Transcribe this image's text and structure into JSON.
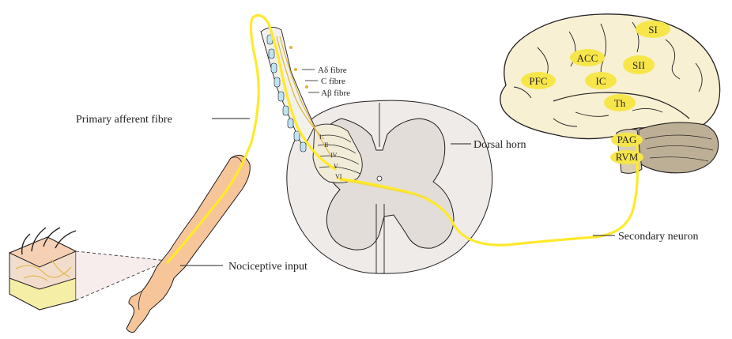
{
  "labels": {
    "primary_afferent": "Primary afferent fibre",
    "nociceptive_input": "Nociceptive input",
    "dorsal_horn": "Dorsal horn",
    "secondary_neuron": "Secondary neuron"
  },
  "fibres": [
    "Aδ fibre",
    "C fibre",
    "Aβ fibre"
  ],
  "laminae": [
    "I",
    "II",
    "IV",
    "V",
    "VI"
  ],
  "brain_regions": [
    "SI",
    "ACC",
    "SII",
    "PFC",
    "IC",
    "Th",
    "PAG",
    "RVM"
  ],
  "colors": {
    "pathway": "#ffe92b",
    "region": "#f7e64a",
    "brain": "#f7f0d2",
    "cerebellum": "#bcaf95",
    "skin": "#f6c69a",
    "cord": "#eeebe8"
  }
}
